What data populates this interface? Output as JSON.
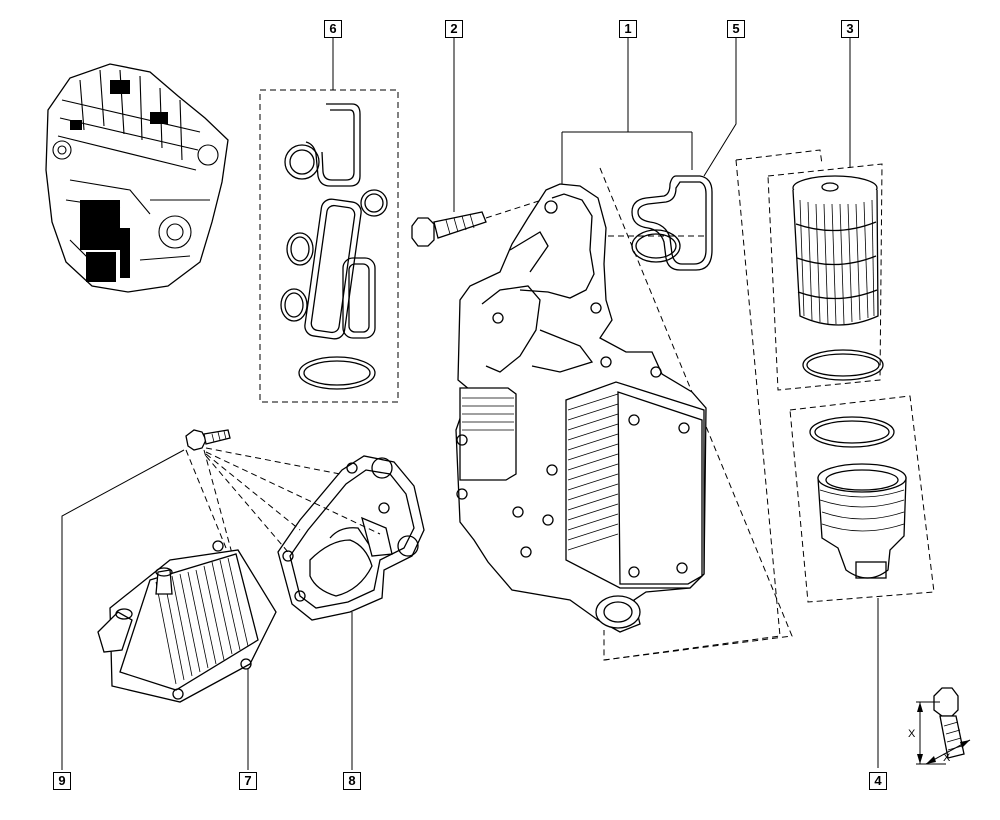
{
  "callouts": {
    "c1": "1",
    "c2": "2",
    "c3": "3",
    "c4": "4",
    "c5": "5",
    "c6": "6",
    "c7": "7",
    "c8": "8",
    "c9": "9"
  },
  "dimension": {
    "x1": "X",
    "x2": "X"
  }
}
